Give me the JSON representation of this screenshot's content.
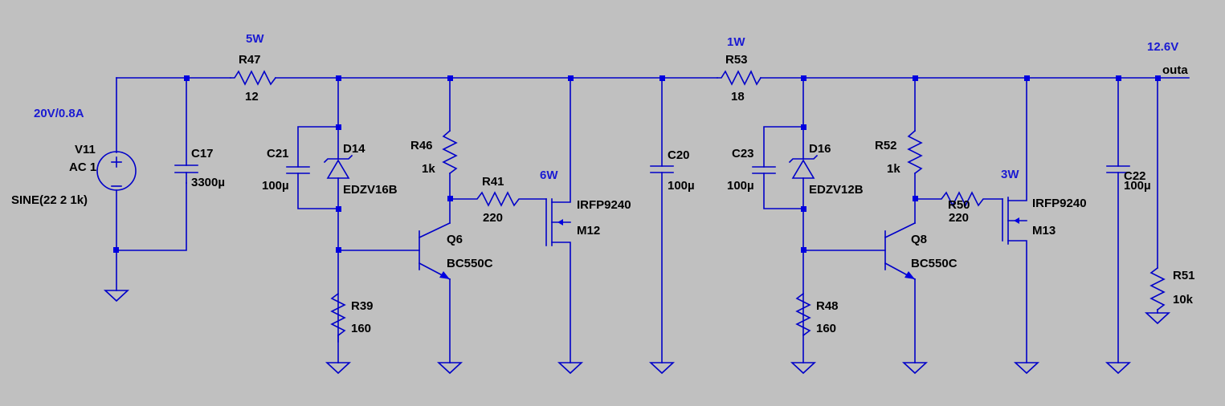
{
  "annotations": {
    "supply": "20V/0.8A",
    "r47_power": "5W",
    "r53_power": "1W",
    "m12_power": "6W",
    "m13_power": "3W",
    "output_voltage": "12.6V"
  },
  "net_label": "outa",
  "components": {
    "v11": {
      "ref": "V11",
      "type": "AC 1",
      "value": "SINE(22 2 1k)"
    },
    "c17": {
      "ref": "C17",
      "value": "3300µ"
    },
    "r47": {
      "ref": "R47",
      "value": "12"
    },
    "c21": {
      "ref": "C21",
      "value": "100µ"
    },
    "d14": {
      "ref": "D14",
      "value": "EDZV16B"
    },
    "r39": {
      "ref": "R39",
      "value": "160"
    },
    "r46": {
      "ref": "R46",
      "value": "1k"
    },
    "q6": {
      "ref": "Q6",
      "value": "BC550C"
    },
    "r41": {
      "ref": "R41",
      "value": "220"
    },
    "m12": {
      "ref": "M12",
      "value": "IRFP9240"
    },
    "c20": {
      "ref": "C20",
      "value": "100µ"
    },
    "r53": {
      "ref": "R53",
      "value": "18"
    },
    "c23": {
      "ref": "C23",
      "value": "100µ"
    },
    "d16": {
      "ref": "D16",
      "value": "EDZV12B"
    },
    "r48": {
      "ref": "R48",
      "value": "160"
    },
    "r52": {
      "ref": "R52",
      "value": "1k"
    },
    "q8": {
      "ref": "Q8",
      "value": "BC550C"
    },
    "r50": {
      "ref": "R50",
      "value": "220"
    },
    "m13": {
      "ref": "M13",
      "value": "IRFP9240"
    },
    "c22": {
      "ref": "C22",
      "value": "100µ"
    },
    "r51": {
      "ref": "R51",
      "value": "10k"
    }
  }
}
